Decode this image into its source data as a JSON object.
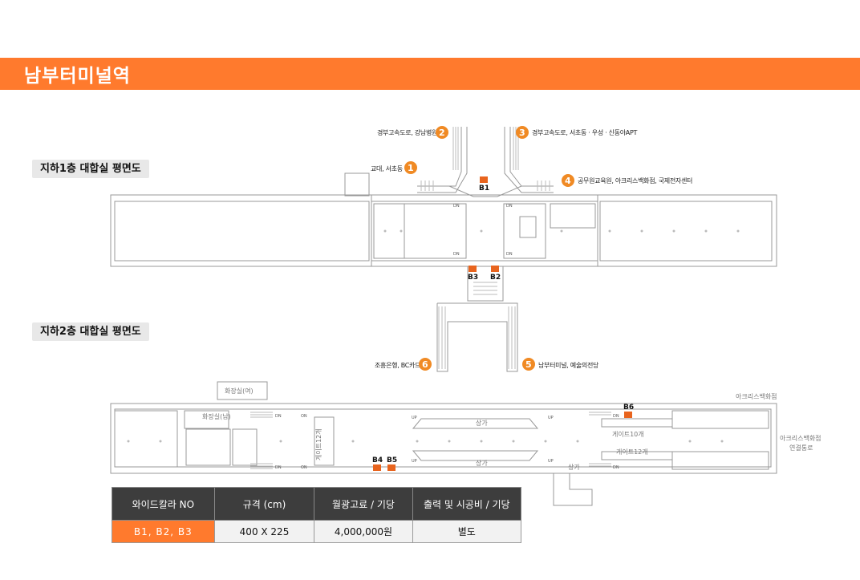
{
  "page_title": "남부터미널역",
  "floors": {
    "b1_label": "지하1층 대합실 평면도",
    "b2_label": "지하2층 대합실 평면도"
  },
  "exits": {
    "exit1": {
      "num": "1",
      "label": "교대, 서초동"
    },
    "exit2": {
      "num": "2",
      "label": "경부고속도로, 강남병원"
    },
    "exit3": {
      "num": "3",
      "label": "경부고속도로, 서초동 · 우성 · 신동아APT"
    },
    "exit4": {
      "num": "4",
      "label": "공무원교육원, 아크리스백화점, 국제전자센터"
    },
    "exit5": {
      "num": "5",
      "label": "남부터미널, 예술의전당"
    },
    "exit6": {
      "num": "6",
      "label": "조흥은행, BC카드"
    }
  },
  "markers": {
    "b1": "B1",
    "b2": "B2",
    "b3": "B3",
    "b4": "B4",
    "b5": "B5",
    "b6": "B6"
  },
  "plan_labels": {
    "dn": "DN",
    "on": "ON",
    "up": "UP",
    "restroom_women": "화장실(여)",
    "restroom_men": "화장실(남)",
    "shops": "상가",
    "gates_10": "게이트10개",
    "gates_12": "게이트12개",
    "gates_vertical": "게이트12개",
    "acris_store": "아크리스백화점",
    "acris_link_1": "아크리스백화점",
    "acris_link_2": "연결통로"
  },
  "table": {
    "headers": [
      "와이드칼라 NO",
      "규격 (cm)",
      "월광고료 / 기당",
      "출력 및 시공비 / 기당"
    ],
    "rows": [
      [
        "B1, B2, B3",
        "400 X 225",
        "4,000,000원",
        "별도"
      ]
    ]
  },
  "colors": {
    "accent": "#ff7a2d",
    "header_bg": "#3d3d3d",
    "marker": "#e8641e"
  }
}
